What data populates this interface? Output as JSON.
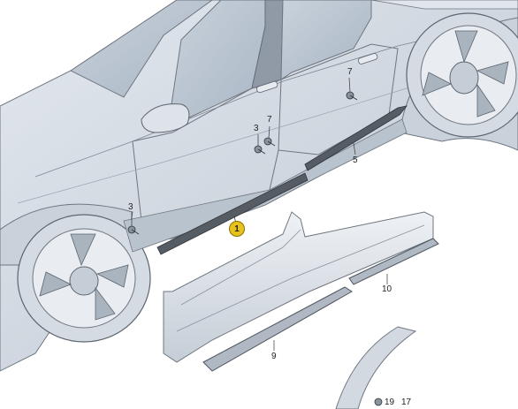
{
  "callouts": {
    "part_1": "1",
    "part_3_front": "3",
    "part_3_door": "3",
    "part_5": "5",
    "part_7_door": "7",
    "part_7_rear": "7",
    "part_9": "9",
    "part_10": "10",
    "part_17": "17",
    "part_19": "19"
  },
  "colors": {
    "body_panel": "#cdd5de",
    "body_shadow": "#aab6c3",
    "window_glass": "#b7c3cf",
    "strip_dark": "#555b63",
    "line": "#6f7680",
    "highlight_badge": "#e8c21c"
  }
}
